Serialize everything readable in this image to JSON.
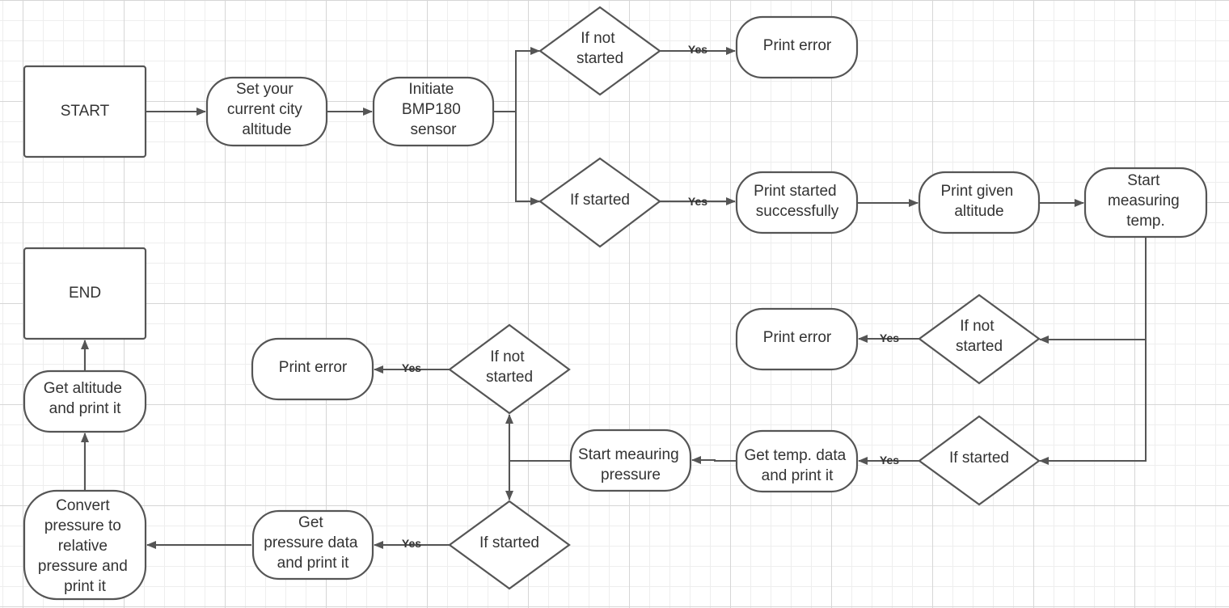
{
  "diagram": {
    "nodes": {
      "start": "START",
      "set_altitude": "Set your current city altitude",
      "initiate_sensor": "Initiate BMP180 sensor",
      "if_not_started_1": "If not started",
      "print_error_1": "Print error",
      "if_started_1": "If started",
      "print_started": "Print started successfully",
      "print_altitude": "Print given altitude",
      "start_temp": "Start measuring temp.",
      "if_not_started_2": "If not started",
      "print_error_2": "Print error",
      "if_started_2": "If started",
      "get_temp": "Get temp. data and print it",
      "start_pressure": "Start meauring pressure",
      "if_not_started_3": "If not started",
      "print_error_3": "Print error",
      "if_started_3": "If started",
      "get_pressure": "Get pressure data and print it",
      "convert_pressure": "Convert pressure to relative pressure and print it",
      "get_altitude": "Get altitude and print it",
      "end": "END"
    },
    "edge_label_yes": "Yes"
  }
}
